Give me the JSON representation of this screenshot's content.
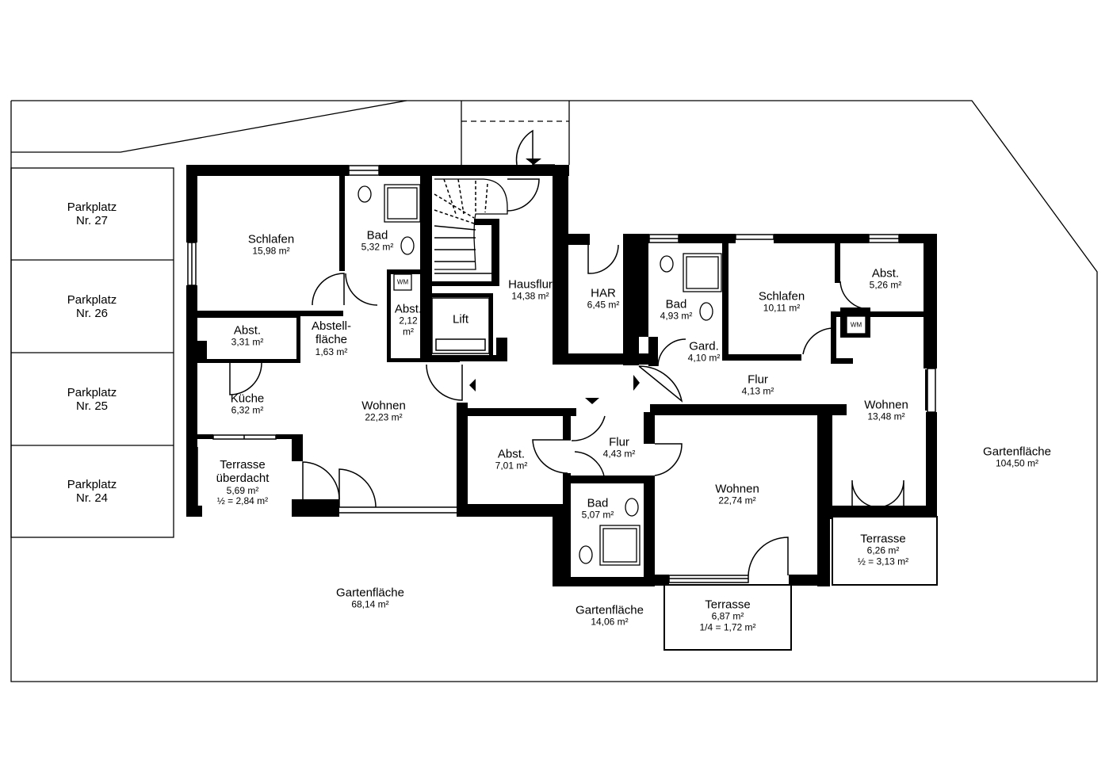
{
  "parking": [
    {
      "line1": "Parkplatz",
      "line2": "Nr. 27"
    },
    {
      "line1": "Parkplatz",
      "line2": "Nr. 26"
    },
    {
      "line1": "Parkplatz",
      "line2": "Nr. 25"
    },
    {
      "line1": "Parkplatz",
      "line2": "Nr. 24"
    }
  ],
  "rooms": {
    "schlafen_left": {
      "name": "Schlafen",
      "area": "15,98 m²"
    },
    "bad_left": {
      "name": "Bad",
      "area": "5,32 m²"
    },
    "abst_wm": {
      "name": "Abst.",
      "area1": "2,12",
      "area2": "m²"
    },
    "hausflur": {
      "name": "Hausflur",
      "area": "14,38 m²"
    },
    "lift": {
      "name": "Lift"
    },
    "abst_left": {
      "name": "Abst.",
      "area": "3,31 m²"
    },
    "abstellflaeche": {
      "line1": "Abstell-",
      "line2": "fläche",
      "area": "1,63 m²"
    },
    "kueche": {
      "name": "Küche",
      "area": "6,32 m²"
    },
    "wohnen_left": {
      "name": "Wohnen",
      "area": "22,23 m²"
    },
    "terrasse_ueberdacht": {
      "line1": "Terrasse",
      "line2": "überdacht",
      "area": "5,69 m²",
      "half": "½ = 2,84 m²"
    },
    "har": {
      "name": "HAR",
      "area": "6,45 m²"
    },
    "bad_mid": {
      "name": "Bad",
      "area": "4,93 m²"
    },
    "gard": {
      "name": "Gard.",
      "area": "4,10 m²"
    },
    "schlafen_right": {
      "name": "Schlafen",
      "area": "10,11 m²"
    },
    "abst_right": {
      "name": "Abst.",
      "area": "5,26 m²"
    },
    "flur_right": {
      "name": "Flur",
      "area": "4,13 m²"
    },
    "wohnen_right": {
      "name": "Wohnen",
      "area": "13,48 m²"
    },
    "abst_mid": {
      "name": "Abst.",
      "area": "7,01 m²"
    },
    "flur_mid": {
      "name": "Flur",
      "area": "4,43 m²"
    },
    "bad_bottom": {
      "name": "Bad",
      "area": "5,07 m²"
    },
    "wohnen_mid": {
      "name": "Wohnen",
      "area": "22,74 m²"
    },
    "terrasse_right": {
      "name": "Terrasse",
      "area": "6,26 m²",
      "half": "½ = 3,13 m²"
    },
    "terrasse_mid": {
      "name": "Terrasse",
      "area": "6,87 m²",
      "quarter": "1/4 = 1,72 m²"
    },
    "garten_left": {
      "name": "Gartenfläche",
      "area": "68,14 m²"
    },
    "garten_mid": {
      "name": "Gartenfläche",
      "area": "14,06 m²"
    },
    "garten_right": {
      "name": "Gartenfläche",
      "area": "104,50 m²"
    }
  },
  "appliances": {
    "wm": "WM"
  }
}
